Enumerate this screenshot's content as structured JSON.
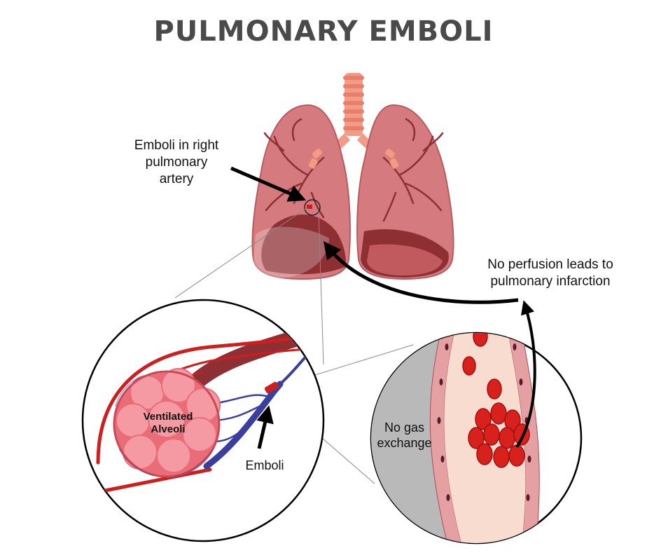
{
  "title": "PULMONARY EMBOLI",
  "labels": {
    "emboli_right_artery_line1": "Emboli in right",
    "emboli_right_artery_line2": "pulmonary artery",
    "no_perfusion_line1": "No perfusion leads to",
    "no_perfusion_line2": "pulmonary infarction",
    "ventilated_line1": "Ventilated",
    "ventilated_line2": "Alveoli",
    "emboli": "Emboli",
    "no_gas_line1": "No gas",
    "no_gas_line2": "exchange"
  },
  "colors": {
    "lung": "#d57a7e",
    "lung_dark": "#8e2f33",
    "trachea": "#f29b87",
    "artery_red": "#cc1f1f",
    "vein_blue": "#3a3f9e",
    "alveoli": "#f59aa3",
    "blood_cell": "#d8201c",
    "vessel_wall": "#e4a0a3",
    "no_gas_grey": "#b9b9b9"
  }
}
